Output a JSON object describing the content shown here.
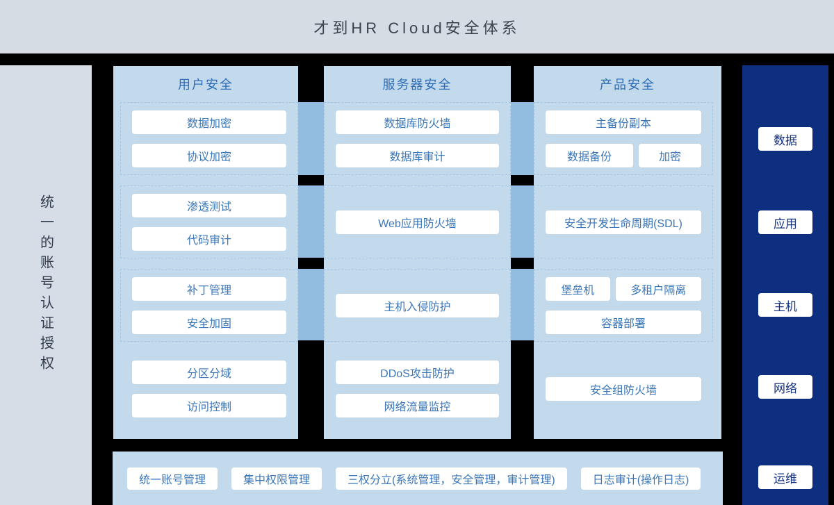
{
  "header": {
    "title": "才到HR Cloud安全体系"
  },
  "sidebar": {
    "text": "统一的账号认证授权"
  },
  "columns": [
    {
      "title": "用户安全",
      "sections": [
        {
          "bordered": true,
          "rows": [
            [
              "数据加密"
            ],
            [
              "协议加密"
            ]
          ]
        },
        {
          "bordered": true,
          "rows": [
            [
              "渗透测试"
            ],
            [
              "代码审计"
            ]
          ]
        },
        {
          "bordered": true,
          "rows": [
            [
              "补丁管理"
            ],
            [
              "安全加固"
            ]
          ]
        },
        {
          "bordered": false,
          "rows": [
            [
              "分区分域"
            ],
            [
              "访问控制"
            ]
          ]
        }
      ]
    },
    {
      "title": "服务器安全",
      "sections": [
        {
          "bordered": true,
          "rows": [
            [
              "数据库防火墙"
            ],
            [
              "数据库审计"
            ]
          ]
        },
        {
          "bordered": true,
          "rows": [
            [
              "Web应用防火墙"
            ]
          ]
        },
        {
          "bordered": true,
          "rows": [
            [
              "主机入侵防护"
            ]
          ]
        },
        {
          "bordered": false,
          "rows": [
            [
              "DDoS攻击防护"
            ],
            [
              "网络流量监控"
            ]
          ]
        }
      ]
    },
    {
      "title": "产品安全",
      "sections": [
        {
          "bordered": true,
          "rows": [
            [
              "主备份副本"
            ],
            [
              "数据备份",
              "加密"
            ]
          ]
        },
        {
          "bordered": true,
          "rows": [
            [
              "安全开发生命周期(SDL)"
            ]
          ]
        },
        {
          "bordered": true,
          "rows": [
            [
              "堡垒机",
              "多租户隔离"
            ],
            [
              "容器部署"
            ]
          ]
        },
        {
          "bordered": false,
          "rows": [
            [
              "安全组防火墙"
            ]
          ]
        }
      ]
    }
  ],
  "right_rail": {
    "items": [
      "数据",
      "应用",
      "主机",
      "网络",
      "运维"
    ]
  },
  "bottom_panel": {
    "items": [
      "统一账号管理",
      "集中权限管理",
      "三权分立(系统管理，安全管理，审计管理)",
      "日志审计(操作日志)"
    ]
  },
  "colors": {
    "page_bg": "#000000",
    "header_bg": "#d5dce4",
    "header_text": "#3a424e",
    "sidebar_bg": "#d6dde6",
    "sidebar_text": "#323d4d",
    "column_bg": "#c3d9ec",
    "column_title": "#2d6db5",
    "connector": "#93bce1",
    "chip_bg": "#ffffff",
    "chip_text": "#3a76b8",
    "rail_bg": "#0e2e80",
    "rail_text": "#15317f",
    "dashed_border": "#a3c6e3"
  }
}
